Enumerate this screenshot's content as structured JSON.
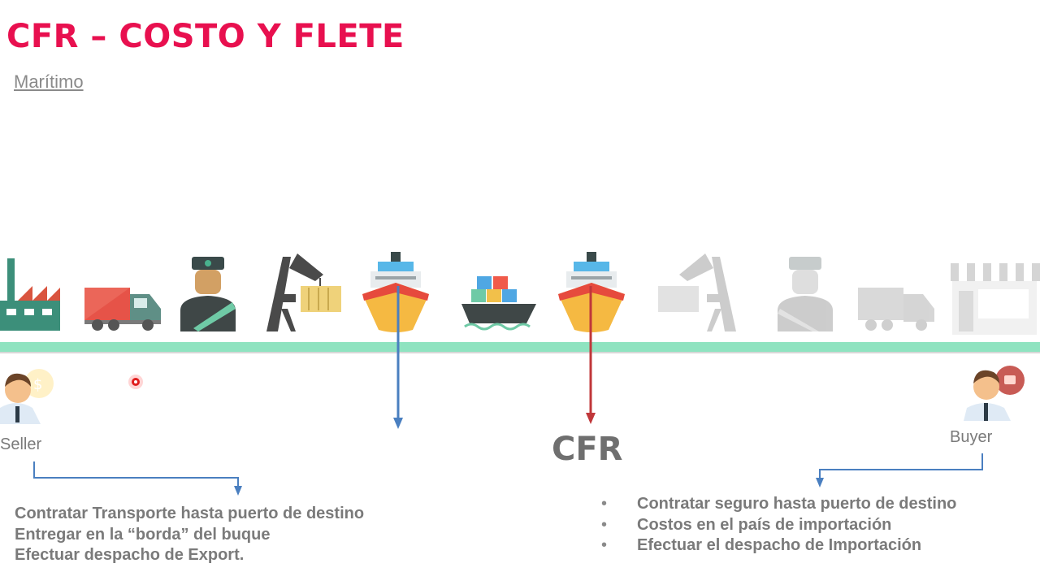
{
  "slide": {
    "title": "CFR – COSTO Y FLETE",
    "subtitle": "Marítimo"
  },
  "colors": {
    "title": "#e8104f",
    "timeline": "#8fe3c0",
    "seller_arrow": "#4a7fc0",
    "buyer_arrow": "#c0373a",
    "text": "#7a7a7a"
  },
  "chain_icons": [
    "factory-icon",
    "truck-icon",
    "customs-officer-icon",
    "port-crane-icon",
    "ship-icon",
    "cargo-ship-icon",
    "ship-icon",
    "port-crane-icon",
    "customs-officer-icon",
    "truck-icon",
    "store-icon"
  ],
  "seller": {
    "label": "Seller"
  },
  "buyer": {
    "label": "Buyer"
  },
  "transfer_point": {
    "label": "CFR"
  },
  "seller_obligations": [
    "Contratar Transporte hasta puerto de destino",
    "Entregar en la “borda” del buque",
    "Efectuar despacho de Export."
  ],
  "buyer_obligations": [
    "Contratar seguro hasta puerto de destino",
    "Costos en el país de importación",
    "Efectuar el despacho de Importación"
  ]
}
